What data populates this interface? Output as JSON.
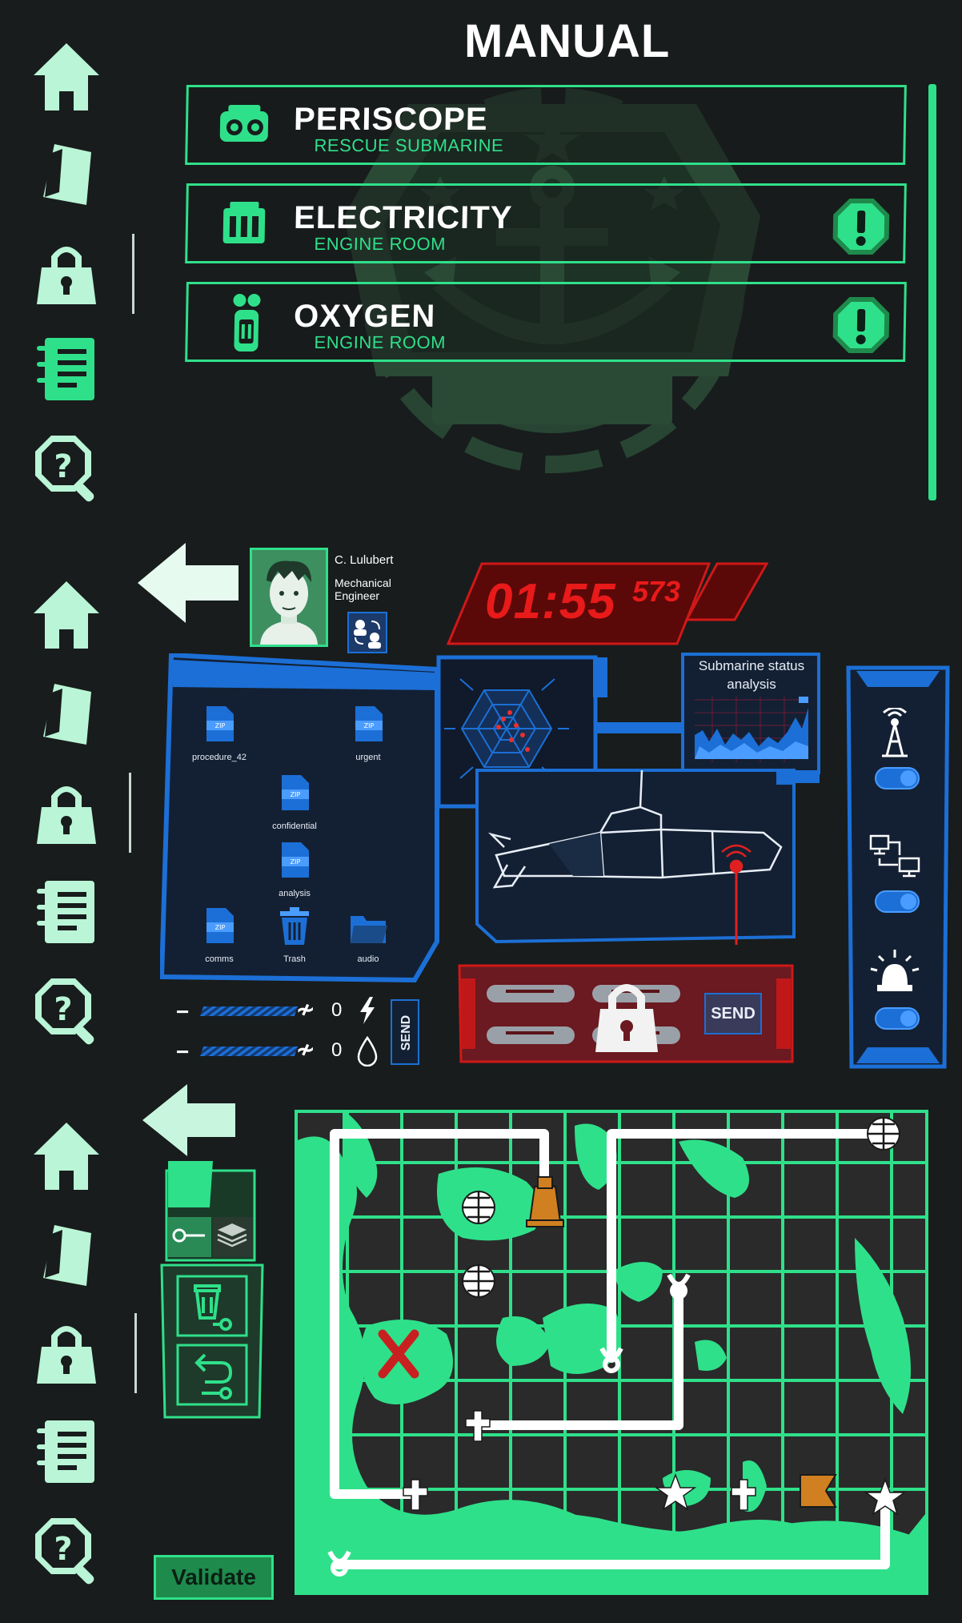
{
  "manual": {
    "title": "MANUAL",
    "items": [
      {
        "title": "PERISCOPE",
        "subtitle": "RESCUE SUBMARINE",
        "alert": false,
        "icon": "periscope-icon"
      },
      {
        "title": "ELECTRICITY",
        "subtitle": "ENGINE ROOM",
        "alert": true,
        "icon": "generator-icon"
      },
      {
        "title": "OXYGEN",
        "subtitle": "ENGINE ROOM",
        "alert": true,
        "icon": "oxygen-tank-icon"
      }
    ]
  },
  "sidebar_icons": [
    "home-icon",
    "map-fold-icon",
    "padlock-icon",
    "notebook-icon",
    "help-search-icon"
  ],
  "profile": {
    "name": "C. Lulubert",
    "role_line1": "Mechanical",
    "role_line2": "Engineer"
  },
  "timer": {
    "time": "01:55",
    "ms": "573"
  },
  "files": [
    {
      "name": "procedure_42",
      "type": "ZIP"
    },
    {
      "name": "urgent",
      "type": "ZIP"
    },
    {
      "name": "confidential",
      "type": "ZIP"
    },
    {
      "name": "analysis",
      "type": "ZIP"
    },
    {
      "name": "comms",
      "type": "ZIP"
    },
    {
      "name": "Trash",
      "type": "trash"
    },
    {
      "name": "audio",
      "type": "folder"
    }
  ],
  "status_panel": {
    "line1": "Submarine status",
    "line2": "analysis"
  },
  "controls": {
    "power_value": "0",
    "water_value": "0",
    "send_vertical": "SEND",
    "minus": "−",
    "slash": "≁"
  },
  "torpedo": {
    "send_label": "SEND"
  },
  "toggles": [
    {
      "icon": "radio-tower-icon",
      "on": true
    },
    {
      "icon": "network-computers-icon",
      "on": true
    },
    {
      "icon": "alarm-siren-icon",
      "on": true
    }
  ],
  "map_panel": {
    "validate_label": "Validate"
  },
  "colors": {
    "accent_green": "#2fe08a",
    "panel_blue": "#1c6fd6",
    "alert_red": "#d01818",
    "background": "#181c1c"
  }
}
